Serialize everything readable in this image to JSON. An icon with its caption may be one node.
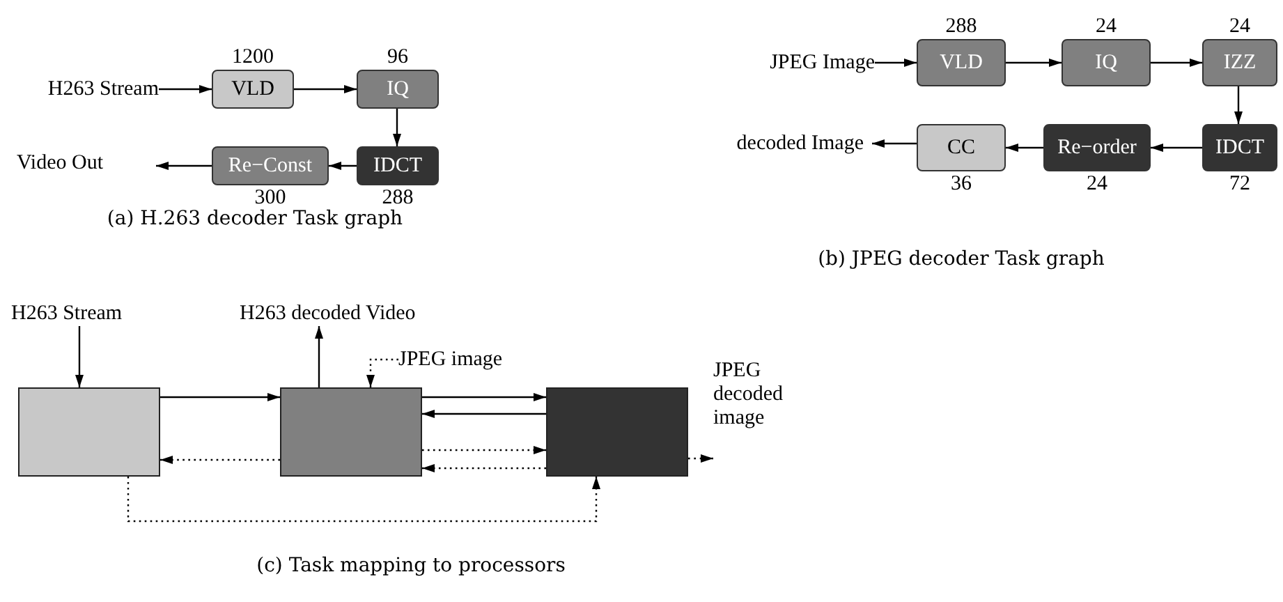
{
  "diagram": {
    "nodes": [
      {
        "text": [
          "H263 Stream"
        ]
      },
      {
        "text": [
          "VLD"
        ],
        "beside": [
          "1200"
        ]
      },
      {
        "text": [
          "IQ"
        ],
        "beside": [
          "96"
        ]
      },
      {
        "text": [
          "IDCT"
        ],
        "beside": [
          "288"
        ]
      },
      {
        "text": [
          "Re−Const"
        ],
        "beside": [
          "300"
        ]
      },
      {
        "text": [
          "Video Out"
        ]
      },
      {
        "text": [
          "JPEG Image"
        ]
      },
      {
        "text": [
          "VLD"
        ],
        "beside": [
          "288"
        ]
      },
      {
        "text": [
          "IQ"
        ],
        "beside": [
          "24"
        ]
      },
      {
        "text": [
          "IZZ"
        ],
        "beside": [
          "24"
        ]
      },
      {
        "text": [
          "IDCT"
        ],
        "beside": [
          "72"
        ]
      },
      {
        "text": [
          "Re−order"
        ],
        "beside": [
          "24"
        ]
      },
      {
        "text": [
          "CC"
        ],
        "beside": [
          "36"
        ]
      },
      {
        "text": [
          "decoded Image"
        ]
      },
      {
        "text": [
          "H263 Stream"
        ]
      },
      {
        "text": [
          "H263 decoded Video"
        ]
      },
      {
        "text": [
          "JPEG image"
        ]
      },
      {
        "text": [],
        "shape": "box"
      },
      {
        "text": [],
        "shape": "box"
      },
      {
        "text": [],
        "shape": "box"
      },
      {
        "text": [
          "JPEG decoded image"
        ]
      }
    ],
    "edges": [
      {
        "from": 0,
        "to": 1,
        "arrow": "to"
      },
      {
        "from": 1,
        "to": 2,
        "arrow": "to"
      },
      {
        "from": 2,
        "to": 3,
        "arrow": "to"
      },
      {
        "from": 3,
        "to": 4,
        "arrow": "to"
      },
      {
        "from": 4,
        "to": 5,
        "arrow": "to"
      },
      {
        "from": 6,
        "to": 7,
        "arrow": "to"
      },
      {
        "from": 7,
        "to": 8,
        "arrow": "to"
      },
      {
        "from": 8,
        "to": 9,
        "arrow": "to"
      },
      {
        "from": 9,
        "to": 10,
        "arrow": "to"
      },
      {
        "from": 10,
        "to": 11,
        "arrow": "to"
      },
      {
        "from": 11,
        "to": 12,
        "arrow": "to"
      },
      {
        "from": 12,
        "to": 13,
        "arrow": "to"
      },
      {
        "from": 14,
        "to": 17,
        "arrow": "to"
      },
      {
        "from": 18,
        "to": 15,
        "arrow": "to"
      },
      {
        "from": 16,
        "to": 18,
        "arrow": "to",
        "style": "dashed"
      },
      {
        "from": 17,
        "to": 18,
        "arrow": "to"
      },
      {
        "from": 18,
        "to": 19,
        "arrow": "to"
      },
      {
        "from": 19,
        "to": 18,
        "arrow": "to"
      },
      {
        "from": 18,
        "to": 17,
        "arrow": "to",
        "style": "dashed"
      },
      {
        "from": 18,
        "to": 19,
        "arrow": "to",
        "style": "dashed"
      },
      {
        "from": 19,
        "to": 18,
        "arrow": "to",
        "style": "dashed"
      },
      {
        "from": 17,
        "to": 19,
        "arrow": "to",
        "style": "dashed"
      },
      {
        "from": 19,
        "to": 20,
        "arrow": "to",
        "style": "dashed"
      }
    ],
    "labels": [
      "(a) H.263 decoder Task graph",
      "(b) JPEG decoder Task graph",
      "(c) Task mapping to processors"
    ]
  }
}
